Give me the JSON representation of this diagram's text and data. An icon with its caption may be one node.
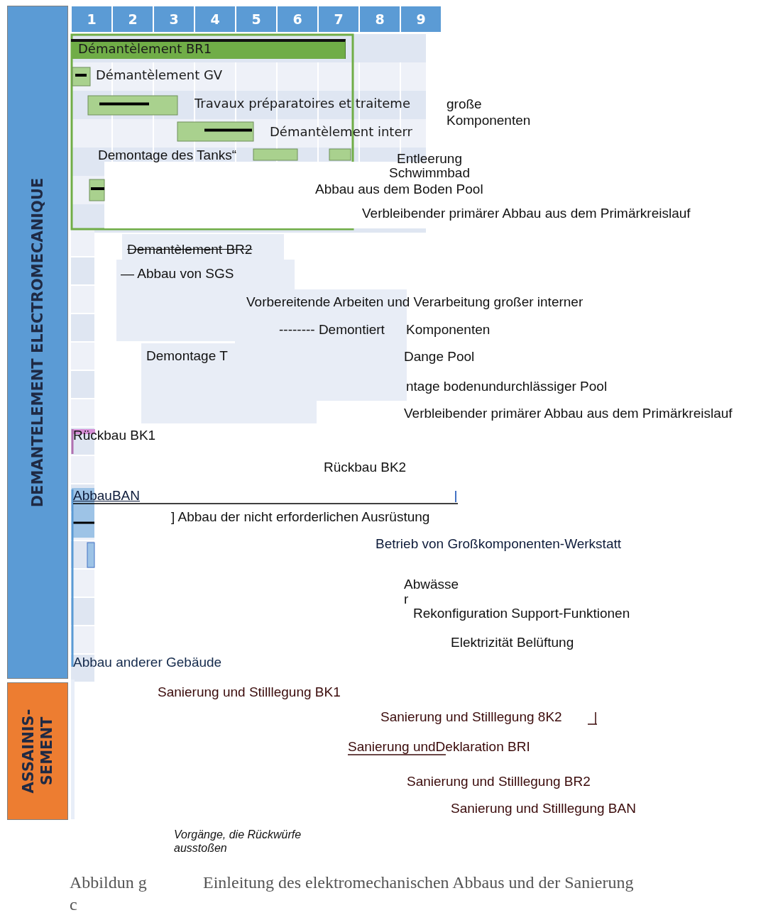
{
  "diagram": {
    "caption": "Einleitung des elektromechanischen Abbaus und der Sanierung",
    "nodes": [
      {
        "text": [
          "DEMANTELEMENT ELECTROMECANIQUE"
        ]
      },
      {
        "text": [
          "ASSAINIS- SEMENT"
        ]
      },
      {
        "text": [
          "Démantèlement BR1"
        ]
      }
    ],
    "labels": [
      "1",
      "2",
      "3",
      "4",
      "5",
      "6",
      "7",
      "8",
      "9",
      "Démantèlement GV",
      "Travaux préparatoires et traiteme",
      "Démantèlement interr",
      "große Komponenten",
      "Demontage des Tanks“",
      "Entleerung Schwimmbad",
      "Abbau aus dem Boden Pool",
      "Verbleibender primärer Abbau aus dem Primärkreislauf",
      "Demantèlement BR2",
      "— Abbau von SGS",
      "Vorbereitende Arbeiten und Verarbeitung großer interner",
      "-------- Demontiert",
      "Komponenten",
      "Demontage T",
      "Dange Pool",
      "ntage bodenundurchlässiger Pool",
      "Verbleibender primärer Abbau aus dem Primärkreislauf",
      "Rückbau BK1",
      "Rückbau BK2",
      "AbbauBAN",
      "] Abbau der nicht erforderlichen Ausrüstung",
      "Betrieb von Großkomponenten-Werkstatt",
      "Abwässe r",
      "Rekonfiguration Support-Funktionen",
      "Elektrizität Belüftung",
      "Abbau anderer Gebäude",
      "Sanierung und Stilllegung BK1",
      "Sanierung und Stilllegung 8K2",
      "Sanierung undDeklaration BRI",
      "Sanierung und Stilllegung BR2",
      "Sanierung und Stilllegung BAN",
      "Vorgänge, die Rückwürfe ausstoßen",
      "Abbildun g c"
    ]
  }
}
